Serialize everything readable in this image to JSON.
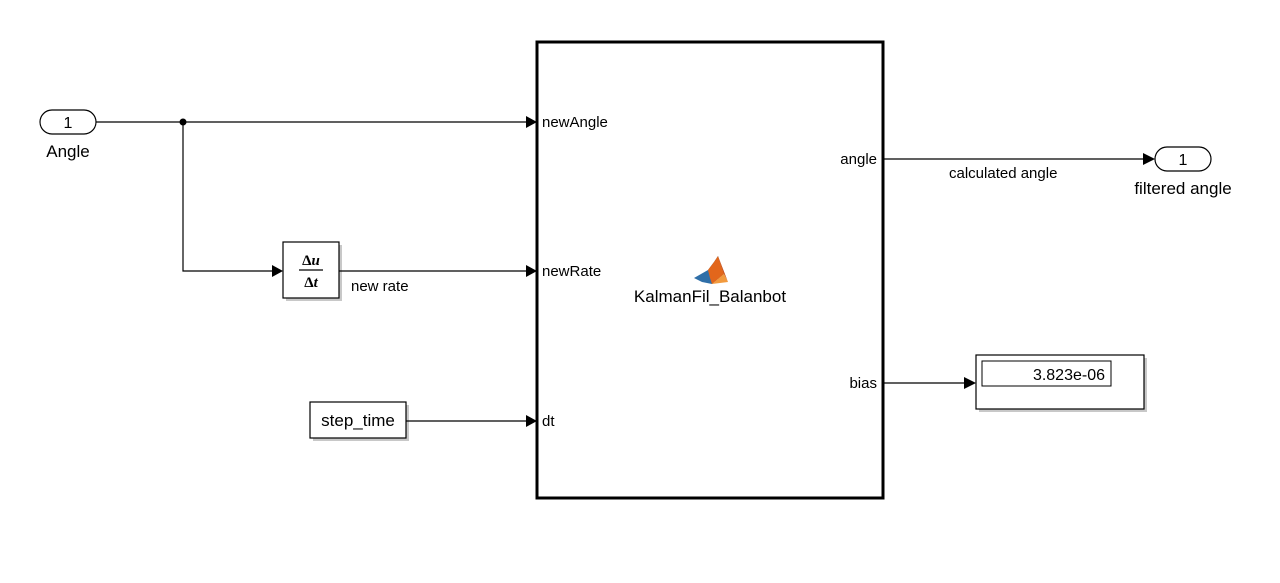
{
  "inport": {
    "number": "1",
    "label": "Angle"
  },
  "outport": {
    "number": "1",
    "label": "filtered angle"
  },
  "derivative": {
    "numerator": "u",
    "denominator": "t",
    "delta": "Δ"
  },
  "constant_block": {
    "label": "step_time"
  },
  "function_block": {
    "name": "KalmanFil_Balanbot",
    "inputs": [
      "newAngle",
      "newRate",
      "dt"
    ],
    "outputs": [
      "angle",
      "bias"
    ]
  },
  "signals": {
    "new_rate": "new rate",
    "calculated_angle": "calculated angle"
  },
  "display": {
    "value": "3.823e-06"
  },
  "colors": {
    "matlab_orange": "#e2661b",
    "matlab_blue": "#2f6fa8"
  }
}
